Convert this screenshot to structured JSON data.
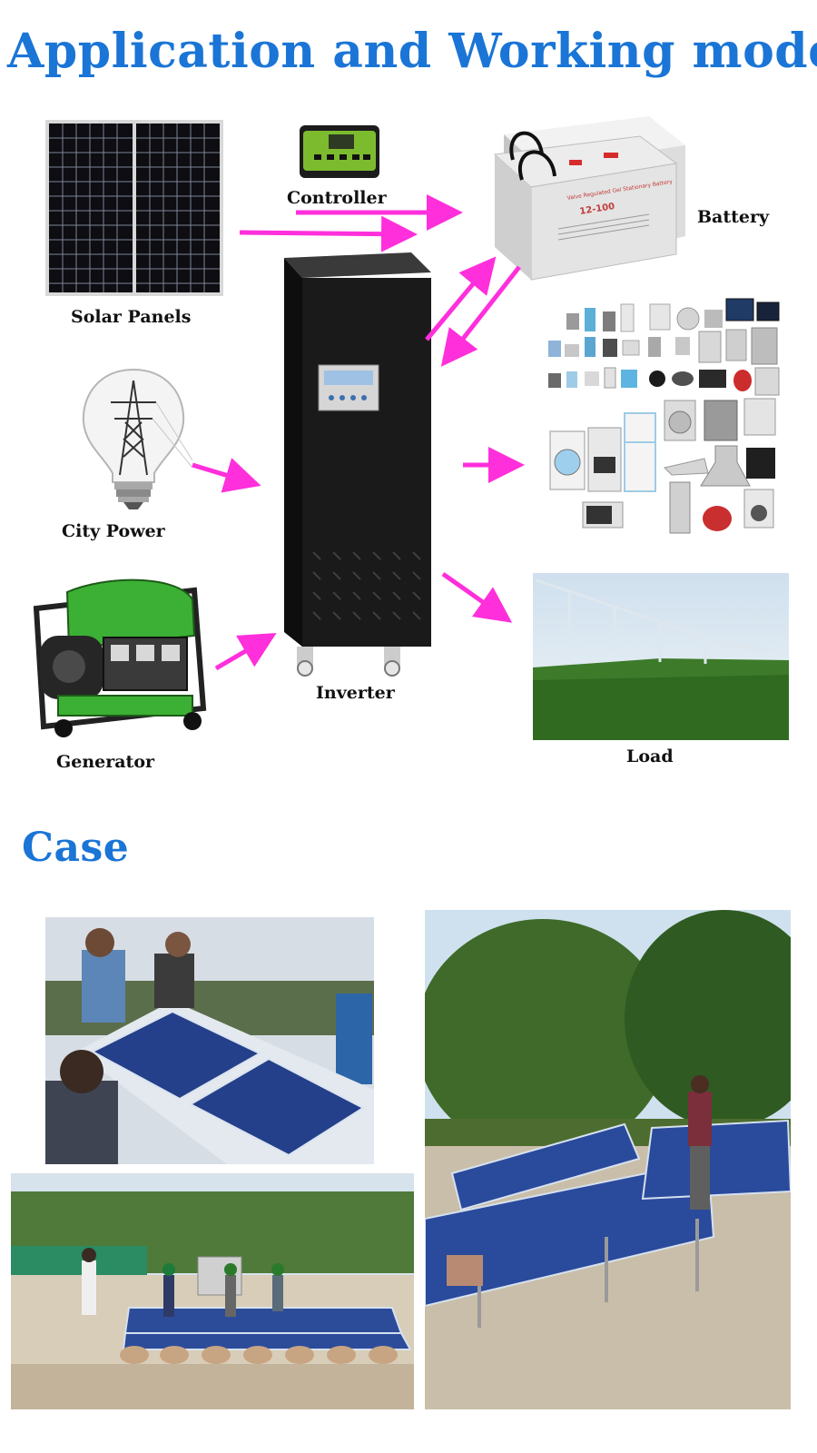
{
  "heading_main": "Application and Working model",
  "heading_case": "Case",
  "labels": {
    "solar_panels": "Solar Panels",
    "controller": "Controller",
    "battery": "Battery",
    "city_power": "City Power",
    "generator": "Generator",
    "inverter": "Inverter",
    "load": "Load"
  },
  "battery_text": {
    "brand_line": "Valve Regulated Gel Stationary Battery",
    "model": "12-100"
  },
  "colors": {
    "heading": "#1a75d6",
    "arrow": "#ff2fdc",
    "inverter_body": "#161616",
    "battery_case": "#e6e6e6",
    "generator_frame": "#3cb034"
  }
}
